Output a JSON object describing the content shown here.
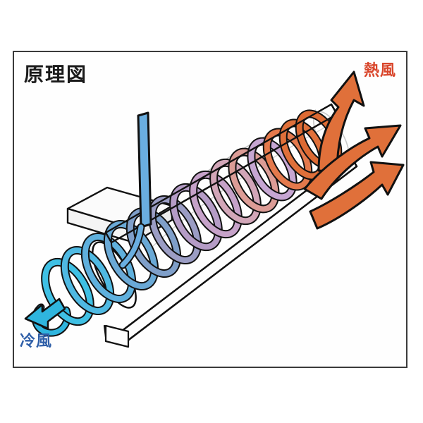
{
  "figure": {
    "title": "原理図",
    "frame": {
      "border_color": "#3a3a3a",
      "background": "#fefefe"
    },
    "labels": {
      "title": "原理図",
      "hot_air": "熱風",
      "cold_air": "冷風"
    },
    "colors": {
      "hot_text": "#d9452a",
      "cold_text": "#2f5fa8",
      "title_text": "#1a1a1a",
      "outline": "#111111",
      "chamber_fill": "#fdfdfd",
      "housing_fill": "#fbfbfb",
      "blade_blue": "#6aaee0",
      "arrow_orange": "#e0703a",
      "arrow_orange_dark": "#d6542c"
    },
    "coil": {
      "description": "helical coil inside the chamber, colour graded from cold to hot",
      "segment_colors": [
        "#2fb5de",
        "#3fc0e4",
        "#4fb9e2",
        "#5fb0dd",
        "#6aa9d6",
        "#7f9fc9",
        "#9b9dc4",
        "#b59cc6",
        "#c6a2c9",
        "#d2a6b8",
        "#dc9c96",
        "#e28a6e",
        "#e4794c",
        "#e0703a",
        "#dd6a33"
      ],
      "turn_count": 15
    },
    "arrows": {
      "cold_inlet": {
        "label_ref": "冷風",
        "color": "#2fb5de",
        "direction": "into-chamber-lower-left"
      },
      "hot_outlet": [
        {
          "color": "#e0703a",
          "direction": "up-right"
        },
        {
          "color": "#e0703a",
          "direction": "right-up"
        },
        {
          "color": "#e0703a",
          "direction": "right-down"
        }
      ]
    },
    "parts": {
      "chamber": "tubular chamber shell drawn in perspective",
      "housing": "white rectangular housing box at cold end",
      "blade": "vertical blue blade / ribbon rising from coil"
    }
  }
}
